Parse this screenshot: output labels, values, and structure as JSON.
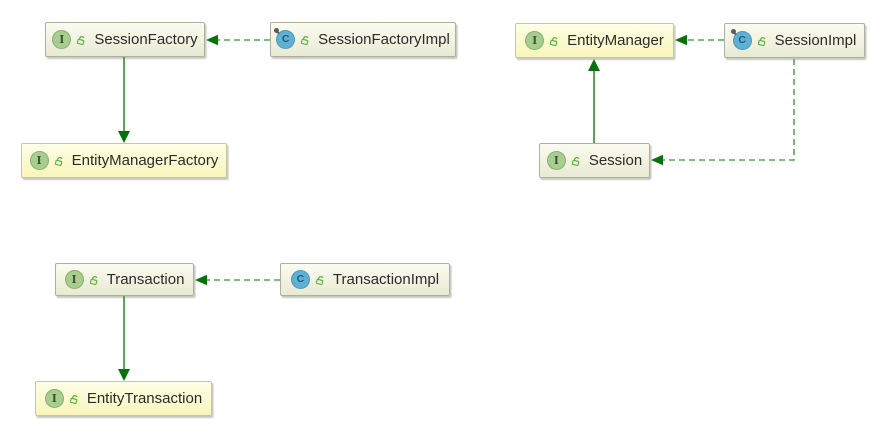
{
  "diagram": {
    "type": "uml-class-diagram",
    "palette": {
      "background_color": "#ffffff",
      "interface_icon_bg": "#a8ce8f",
      "interface_icon_letter_color": "#41523b",
      "class_icon_bg": "#5fb0d2",
      "class_icon_letter_color": "#1d5d7e",
      "lock_icon_color": "#61b447",
      "modifier_mark_color": "#5d5d5d",
      "node_bg_cream_top": "#fbfbf1",
      "node_bg_cream_bottom": "#e9ead2",
      "node_bg_yellow_top": "#fefee6",
      "node_bg_yellow_bottom": "#f8f6bb",
      "node_border_cream": "#b0b0a0",
      "node_border_yellow": "#c8c8a0",
      "solid_edge_color": "#57a757",
      "dashed_edge_color": "#57a757",
      "arrowhead_color": "#077207",
      "label_color": "#2b2b2b"
    },
    "nodes": [
      {
        "label": "SessionFactory",
        "stereotype": "interface",
        "icon": "interface-icon",
        "icon_letter": "I",
        "visibility_icon": "public-lock-icon",
        "modifier_mark": false,
        "highlighted": false
      },
      {
        "label": "SessionFactoryImpl",
        "stereotype": "class",
        "icon": "class-icon",
        "icon_letter": "C",
        "visibility_icon": "public-lock-icon",
        "modifier_mark": true,
        "highlighted": false
      },
      {
        "label": "EntityManager",
        "stereotype": "interface",
        "icon": "interface-icon",
        "icon_letter": "I",
        "visibility_icon": "public-lock-icon",
        "modifier_mark": false,
        "highlighted": true
      },
      {
        "label": "SessionImpl",
        "stereotype": "class",
        "icon": "class-icon",
        "icon_letter": "C",
        "visibility_icon": "public-lock-icon",
        "modifier_mark": true,
        "highlighted": false
      },
      {
        "label": "EntityManagerFactory",
        "stereotype": "interface",
        "icon": "interface-icon",
        "icon_letter": "I",
        "visibility_icon": "public-lock-icon",
        "modifier_mark": false,
        "highlighted": true
      },
      {
        "label": "Session",
        "stereotype": "interface",
        "icon": "interface-icon",
        "icon_letter": "I",
        "visibility_icon": "public-lock-icon",
        "modifier_mark": false,
        "highlighted": false
      },
      {
        "label": "Transaction",
        "stereotype": "interface",
        "icon": "interface-icon",
        "icon_letter": "I",
        "visibility_icon": "public-lock-icon",
        "modifier_mark": false,
        "highlighted": false
      },
      {
        "label": "TransactionImpl",
        "stereotype": "class",
        "icon": "class-icon",
        "icon_letter": "C",
        "visibility_icon": "public-lock-icon",
        "modifier_mark": false,
        "highlighted": false
      },
      {
        "label": "EntityTransaction",
        "stereotype": "interface",
        "icon": "interface-icon",
        "icon_letter": "I",
        "visibility_icon": "public-lock-icon",
        "modifier_mark": false,
        "highlighted": true
      }
    ],
    "edges": [
      {
        "from": "SessionFactoryImpl",
        "to": "SessionFactory",
        "style": "dashed",
        "direction": "right-to-left"
      },
      {
        "from": "SessionFactory",
        "to": "EntityManagerFactory",
        "style": "solid",
        "direction": "top-to-bottom"
      },
      {
        "from": "SessionImpl",
        "to": "EntityManager",
        "style": "dashed",
        "direction": "right-to-left"
      },
      {
        "from": "Session",
        "to": "EntityManager",
        "style": "solid",
        "direction": "bottom-to-top"
      },
      {
        "from": "SessionImpl",
        "to": "Session",
        "style": "dashed",
        "direction": "elbow-down-left"
      },
      {
        "from": "TransactionImpl",
        "to": "Transaction",
        "style": "dashed",
        "direction": "right-to-left"
      },
      {
        "from": "Transaction",
        "to": "EntityTransaction",
        "style": "solid",
        "direction": "top-to-bottom"
      }
    ]
  }
}
